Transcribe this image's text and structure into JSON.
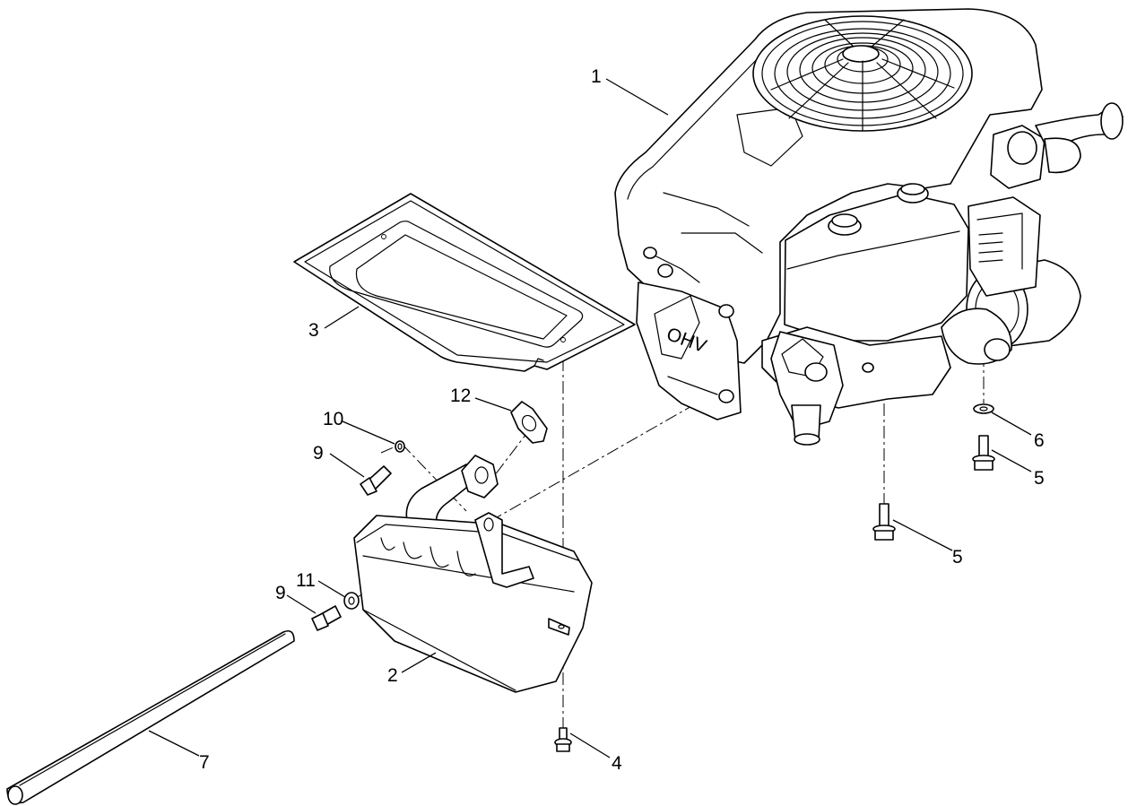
{
  "diagram": {
    "callouts": [
      "1",
      "2",
      "3",
      "4",
      "5",
      "5",
      "6",
      "7",
      "9",
      "9",
      "10",
      "11",
      "12"
    ],
    "engine_marking": "OHV"
  }
}
